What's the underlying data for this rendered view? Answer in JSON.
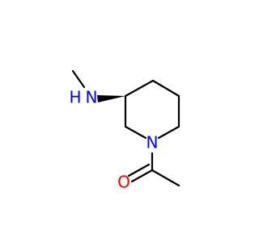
{
  "molecule": {
    "atoms": {
      "nitrogen_amine": {
        "symbol": "N",
        "hydrogen": "H",
        "color": "#0000ff"
      },
      "nitrogen_ring": {
        "symbol": "N",
        "color": "#0000ff"
      },
      "oxygen_carbonyl": {
        "symbol": "O",
        "color": "#ff0000"
      }
    },
    "stereo": "wedge",
    "bond_color": "#000000"
  }
}
